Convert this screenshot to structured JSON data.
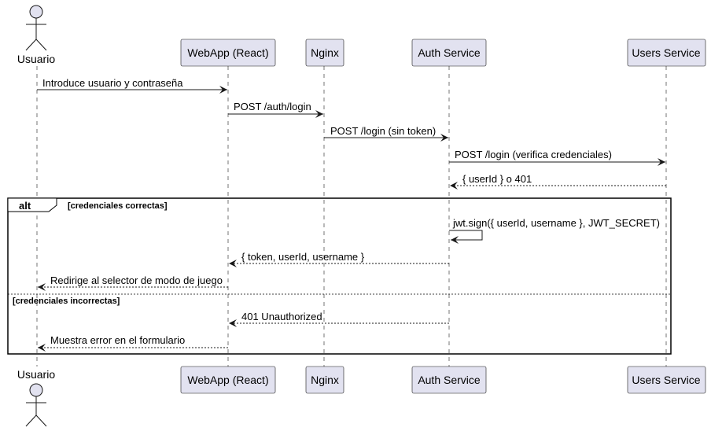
{
  "participants": [
    {
      "id": "usuario",
      "label": "Usuario",
      "kind": "actor"
    },
    {
      "id": "webapp",
      "label": "WebApp (React)",
      "kind": "participant"
    },
    {
      "id": "nginx",
      "label": "Nginx",
      "kind": "participant"
    },
    {
      "id": "auth",
      "label": "Auth Service",
      "kind": "participant"
    },
    {
      "id": "users",
      "label": "Users Service",
      "kind": "participant"
    }
  ],
  "messages": [
    {
      "from": "usuario",
      "to": "webapp",
      "label": "Introduce usuario y contraseña",
      "style": "sync"
    },
    {
      "from": "webapp",
      "to": "nginx",
      "label": "POST /auth/login",
      "style": "sync"
    },
    {
      "from": "nginx",
      "to": "auth",
      "label": "POST /login (sin token)",
      "style": "sync"
    },
    {
      "from": "auth",
      "to": "users",
      "label": "POST /login (verifica credenciales)",
      "style": "sync"
    },
    {
      "from": "users",
      "to": "auth",
      "label": "{ userId } o 401",
      "style": "reply"
    },
    {
      "from": "auth",
      "to": "auth",
      "label": "jwt.sign({ userId, username }, JWT_SECRET)",
      "style": "self"
    },
    {
      "from": "auth",
      "to": "webapp",
      "label": "{ token, userId, username }",
      "style": "reply"
    },
    {
      "from": "webapp",
      "to": "usuario",
      "label": "Redirige al selector de modo de juego",
      "style": "reply"
    },
    {
      "from": "auth",
      "to": "webapp",
      "label": "401 Unauthorized",
      "style": "reply"
    },
    {
      "from": "webapp",
      "to": "usuario",
      "label": "Muestra error en el formulario",
      "style": "reply"
    }
  ],
  "fragment": {
    "keyword": "alt",
    "first_condition": "[credenciales correctas]",
    "second_condition": "[credenciales incorrectas]"
  }
}
